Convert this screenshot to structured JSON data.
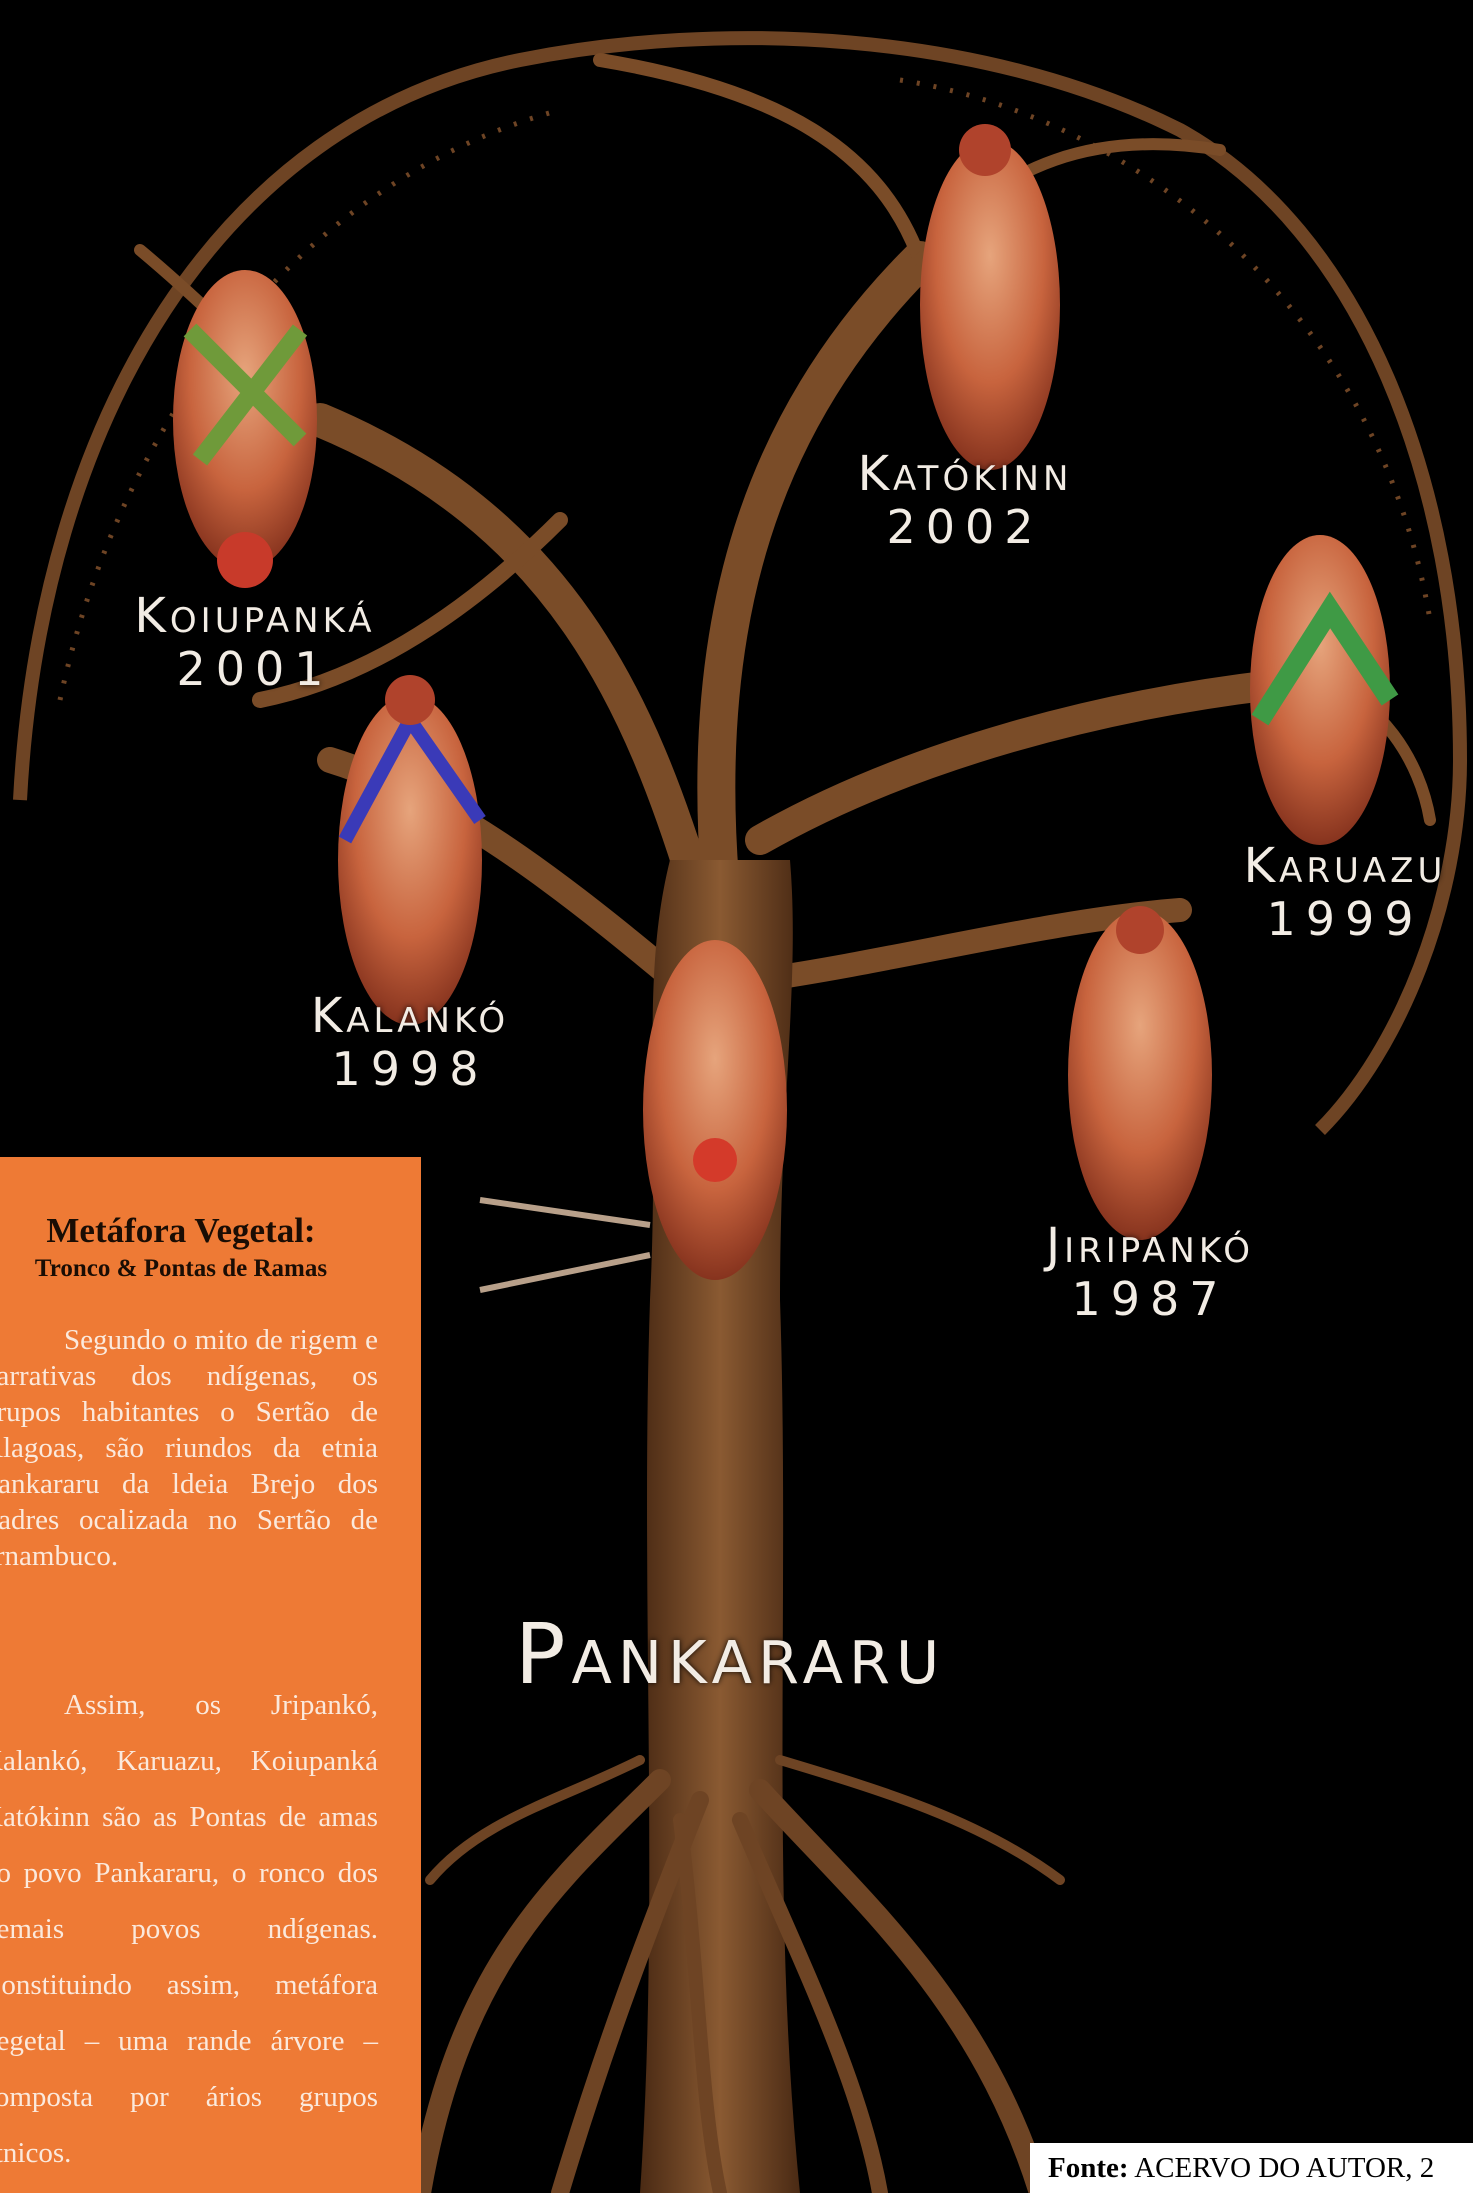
{
  "labels": {
    "katokinn": {
      "name": "Katókinn",
      "year": "2002"
    },
    "koiupanka": {
      "name": "Koiupanká",
      "year": "2001"
    },
    "karuazu": {
      "name": "Karuazu",
      "year": "1999"
    },
    "kalanko": {
      "name": "Kalankó",
      "year": "1998"
    },
    "jiripanko": {
      "name": "Jiripankó",
      "year": "1987"
    },
    "pankararu": "Pankararu"
  },
  "panel": {
    "title": "Metáfora Vegetal:",
    "subtitle": "Tronco & Pontas de Ramas",
    "paragraph1": "Segundo o mito de rigem e narrativas dos ndígenas, os grupos habitantes o Sertão de Alagoas, são riundos da etnia Pankararu da ldeia Brejo dos Padres ocalizada no Sertão de ernambuco.",
    "paragraph2": "Assim, os Jripankó, Kalankó, Karuazu, Koiupanká Katókinn são as Pontas de amas do povo Pankararu, o ronco dos demais povos ndígenas. Constituindo assim, metáfora vegetal – uma rande árvore – composta por ários grupos étnicos."
  },
  "caption": {
    "label": "Fonte:",
    "text": "ACERVO DO AUTOR, 2"
  },
  "colors": {
    "background": "#000000",
    "panel": "#ee7a35",
    "trunk": "#6e4424",
    "branch_light": "#8a5a32",
    "mask_red": "#c8503c",
    "mask_straw": "#d9a070"
  }
}
